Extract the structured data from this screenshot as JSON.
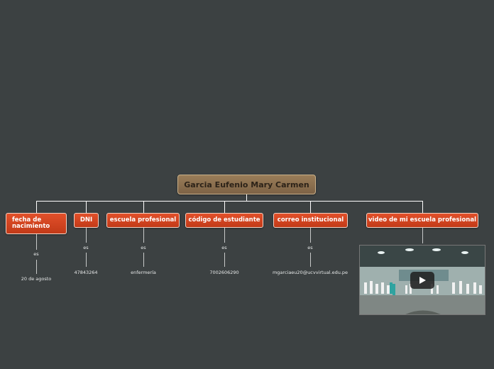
{
  "root": {
    "title": "Garcia Eufenio Mary Carmen"
  },
  "branches": [
    {
      "label": "fecha de nacimiento",
      "connector": "es",
      "value": "20 de agosto"
    },
    {
      "label": "DNI",
      "connector": "es",
      "value": "47843264"
    },
    {
      "label": "escuela profesional",
      "connector": "es",
      "value": "enfermería"
    },
    {
      "label": "código de estudiante",
      "connector": "es",
      "value": "7002606290"
    },
    {
      "label": "correo institucional",
      "connector": "es",
      "value": "mgarciaeu20@ucvvirtual.edu.pe"
    },
    {
      "label": "video de mi escuela profesional"
    }
  ],
  "video": {
    "icon": "play-icon"
  },
  "colors": {
    "background": "#3c4142",
    "root": "#8a6e4e",
    "branch": "#d4441f"
  }
}
